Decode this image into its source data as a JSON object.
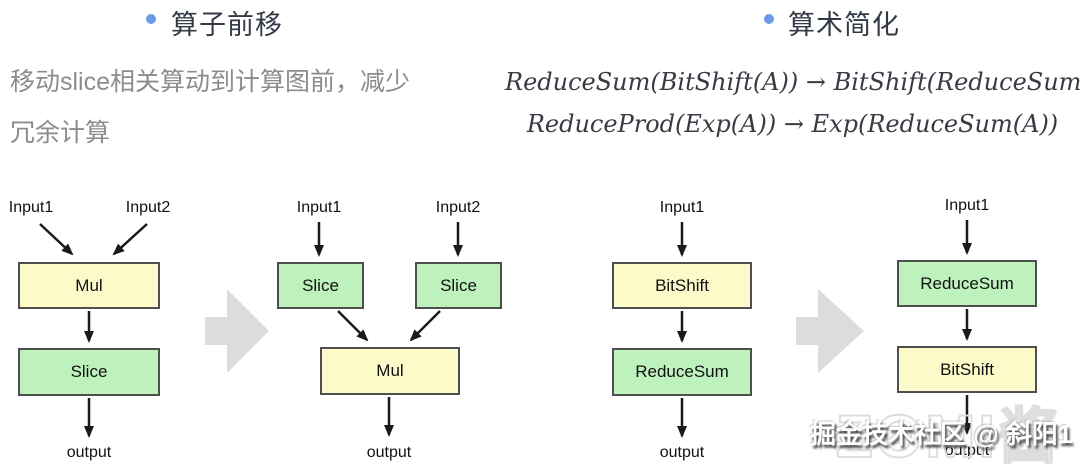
{
  "colors": {
    "bullet": "#6c9bea",
    "title": "#333a45",
    "desc": "#8c8c8c",
    "formula": "#3a3a44",
    "yellow": "#fbfac8",
    "green": "#bef2bd",
    "border": "#4f4f4f",
    "gray_arrow": "#dcdcdc",
    "edge": "#1a1a1a"
  },
  "sections": {
    "left": {
      "title": "算子前移",
      "desc_line1": "移动slice相关算动到计算图前，减少",
      "desc_line2": "冗余计算"
    },
    "right": {
      "title": "算术简化",
      "formula1": "ReduceSum(BitShift(A)) → BitShift(ReduceSum(A))",
      "formula2": "ReduceProd(Exp(A)) → Exp(ReduceSum(A))"
    }
  },
  "diagram1": {
    "input1": "Input1",
    "input2": "Input2",
    "node1": "Mul",
    "node2": "Slice",
    "output": "output"
  },
  "diagram2": {
    "input1": "Input1",
    "input2": "Input2",
    "node_left": "Slice",
    "node_right": "Slice",
    "node_merge": "Mul",
    "output": "output"
  },
  "diagram3": {
    "input1": "Input1",
    "node1": "BitShift",
    "node2": "ReduceSum",
    "output": "output"
  },
  "diagram4": {
    "input1": "Input1",
    "node1": "ReduceSum",
    "node2": "BitShift",
    "output": "output"
  },
  "watermark": {
    "text": "掘金技术社区 @ 斜阳1",
    "background_text": "ZOMI酱"
  }
}
